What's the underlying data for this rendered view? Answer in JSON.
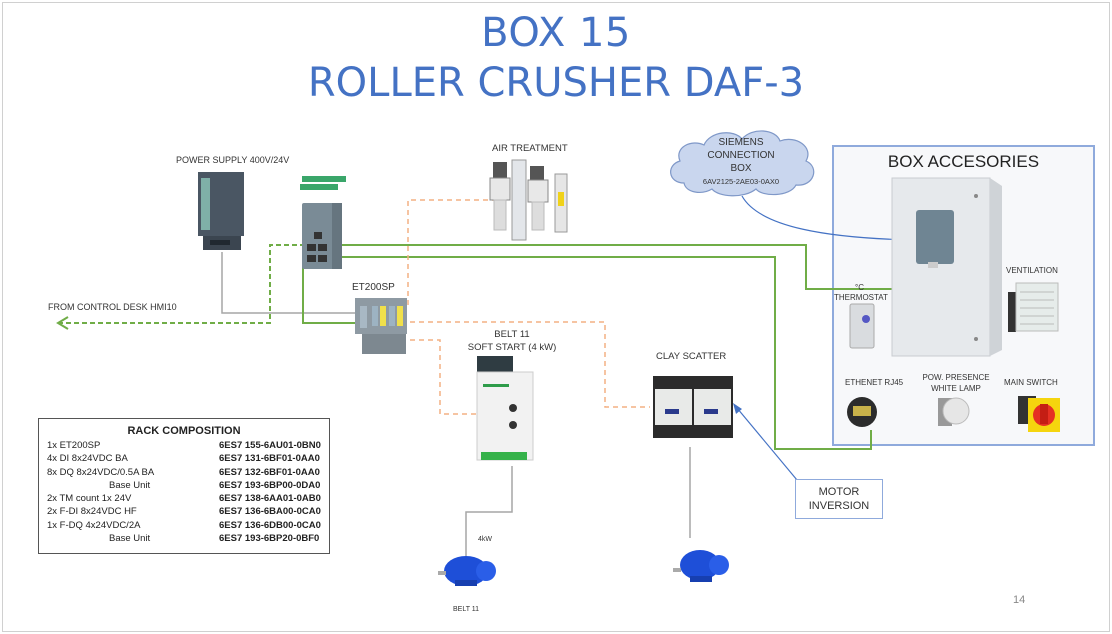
{
  "title": {
    "line1": "BOX 15",
    "line2": "ROLLER CRUSHER DAF-3"
  },
  "colors": {
    "title": "#4472c4",
    "profinet_line": "#70ad47",
    "signal_dashed": "#f4b183",
    "annotation_arrow": "#4472c4",
    "power_line": "#a6a6a6"
  },
  "devices": {
    "power_supply": "POWER SUPPLY 400V/24V",
    "profinet_switch_logo": "PROFINET",
    "air_treatment": "AIR TREATMENT",
    "et200sp": "ET200SP",
    "control_desk": "FROM CONTROL DESK HMI10",
    "soft_start_line1": "BELT 11",
    "soft_start_line2": "SOFT START (4 kW)",
    "clay_scatter": "CLAY SCATTER",
    "motor_power": "4kW",
    "motor_belt_label": "BELT 11"
  },
  "cloud": {
    "line1": "SIEMENS",
    "line2": "CONNECTION",
    "line3": "BOX",
    "part": "6AV2125-2AE03-0AX0"
  },
  "box_accessories": {
    "title": "BOX ACCESORIES",
    "ventilation": "VENTILATION",
    "thermostat_unit": "°C",
    "thermostat": "THERMOSTAT",
    "ethernet": "ETHENET RJ45",
    "lamp_line1": "POW. PRESENCE",
    "lamp_line2": "WHITE LAMP",
    "main_switch": "MAIN SWITCH"
  },
  "motor_inversion": {
    "line1": "MOTOR",
    "line2": "INVERSION"
  },
  "rack": {
    "title": "RACK COMPOSITION",
    "rows": [
      {
        "desc": "1x ET200SP",
        "code": "6ES7 155-6AU01-0BN0",
        "indent": false
      },
      {
        "desc": "4x DI 8x24VDC BA",
        "code": "6ES7 131-6BF01-0AA0",
        "indent": false
      },
      {
        "desc": "8x DQ 8x24VDC/0.5A BA",
        "code": "6ES7 132-6BF01-0AA0",
        "indent": false
      },
      {
        "desc": "Base Unit",
        "code": "6ES7 193-6BP00-0DA0",
        "indent": true
      },
      {
        "desc": "2x TM count 1x 24V",
        "code": "6ES7 138-6AA01-0AB0",
        "indent": false
      },
      {
        "desc": "2x F-DI 8x24VDC HF",
        "code": "6ES7 136-6BA00-0CA0",
        "indent": false
      },
      {
        "desc": "1x F-DQ 4x24VDC/2A",
        "code": "6ES7 136-6DB00-0CA0",
        "indent": false
      },
      {
        "desc": "Base Unit",
        "code": "6ES7 193-6BP20-0BF0",
        "indent": true
      }
    ]
  },
  "page_number": "14"
}
